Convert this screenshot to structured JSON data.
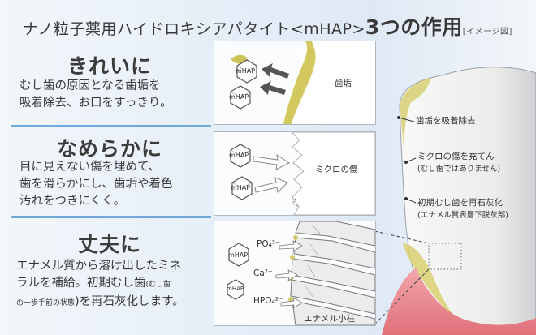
{
  "title": {
    "main": "ナノ粒子薬用ハイドロキシアパタイト<mHAP>",
    "emphasis": "3つの作用",
    "tag": "[イメージ図]"
  },
  "sections": [
    {
      "heading": "きれいに",
      "body_lines": [
        "むし歯の原因となる歯垢を",
        "吸着除去、お口をすっきり。"
      ]
    },
    {
      "heading": "なめらかに",
      "body_lines": [
        "目に見えない傷を埋めて、",
        "歯を滑らかにし、歯垢や着色",
        "汚れをつきにくく。"
      ]
    },
    {
      "heading": "丈夫に",
      "body_line1": "エナメル質から溶け出したミネ",
      "body_line2_main": "ラルを補給。初期むし歯",
      "body_line2_small": "(むし歯",
      "body_line3_small": "の一歩手前の状態",
      "body_line3_main": ")を再石灰化します。"
    }
  ],
  "panels": {
    "plaque": {
      "particle": "mHAP",
      "label": "歯垢"
    },
    "scratch": {
      "particle": "mHAP",
      "label": "ミクロの傷"
    },
    "mineral": {
      "particle": "mHAP",
      "ions": [
        "PO₄³⁻",
        "Ca²⁺",
        "HPO₄²⁻"
      ],
      "label": "エナメル小柱"
    }
  },
  "callouts": {
    "plaque": "歯垢を吸着除去",
    "scratch": "ミクロの傷を充てん",
    "scratch_sub": "(むし歯ではありません)",
    "remineral": "初期むし歯を再石灰化",
    "remineral_sub": "(エナメル質表層下脱灰部)"
  },
  "colors": {
    "divider": "#6fa8d9",
    "plaque": "#c9c060",
    "gum": "#e8888e",
    "tooth": "#f7f7f5",
    "background": "#e6eef8"
  }
}
